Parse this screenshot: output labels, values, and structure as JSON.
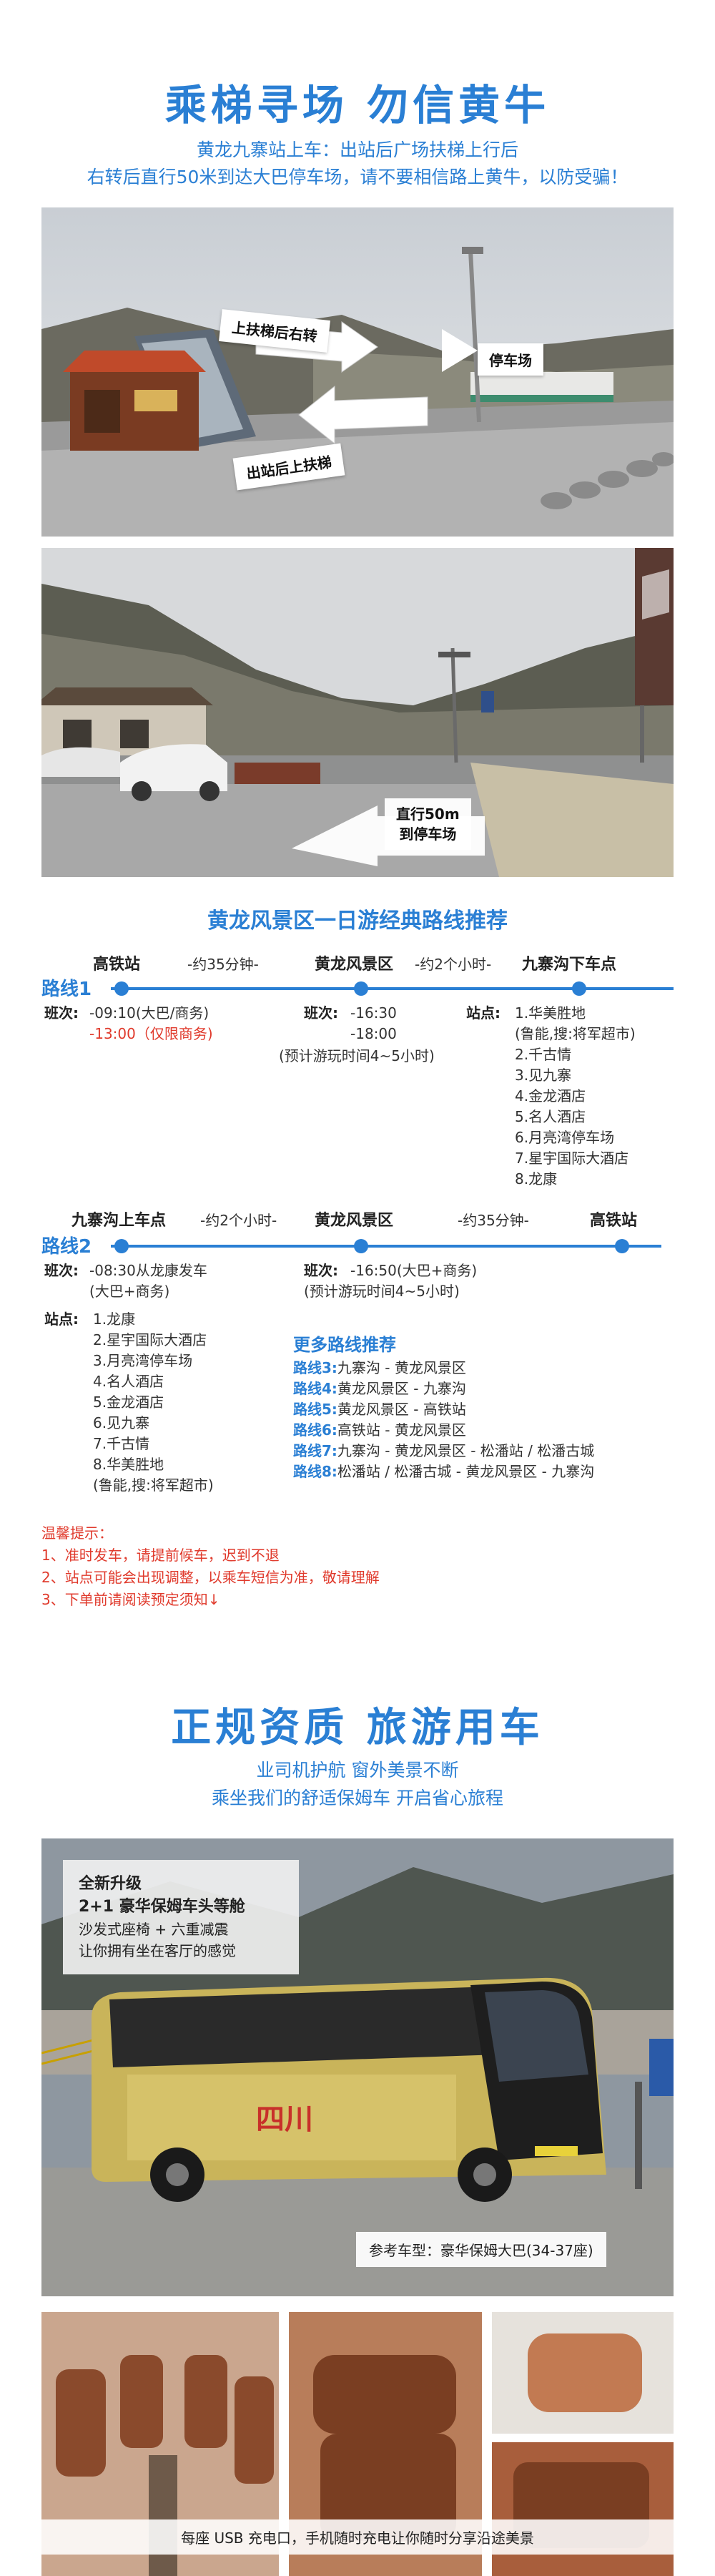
{
  "header": {
    "title": "乘梯寻场  勿信黄牛",
    "subtitle_line1": "黄龙九寨站上车：出站后广场扶梯上行后",
    "subtitle_line2": "右转后直行50米到达大巴停车场，请不要相信路上黄牛，以防受骗！"
  },
  "photo1": {
    "tag_escalator_right": "上扶梯后右转",
    "tag_parking": "停车场",
    "tag_exit_escalator": "出站后上扶梯"
  },
  "photo2": {
    "tag_straight": "直行50m\n到停车场"
  },
  "routes_section": {
    "title": "黄龙风景区一日游经典路线推荐",
    "route1": {
      "label": "路线1",
      "stop_a": "高铁站",
      "stop_b": "黄龙风景区",
      "stop_c": "九寨沟下车点",
      "dur_ab": "-约35分钟-",
      "dur_bc": "-约2个小时-",
      "schedule_label": "班次:",
      "schedule_1": "-09:10(大巴/商务)",
      "schedule_2": "-13:00（仅限商务)",
      "schedule2_label": "班次:",
      "schedule2_1": "-16:30",
      "schedule2_2": "-18:00",
      "estimate": "(预计游玩时间4~5小时)",
      "stations_label": "站点:",
      "stations": [
        "1.华美胜地",
        "(鲁能,搜:将军超市)",
        "2.千古情",
        "3.见九寨",
        "4.金龙酒店",
        "5.名人酒店",
        "6.月亮湾停车场",
        "7.星宇国际大酒店",
        "8.龙康"
      ]
    },
    "route2": {
      "label": "路线2",
      "stop_a": "九寨沟上车点",
      "stop_b": "黄龙风景区",
      "stop_c": "高铁站",
      "dur_ab": "-约2个小时-",
      "dur_bc": "-约35分钟-",
      "schedule_label": "班次:",
      "schedule_1": "-08:30从龙康发车",
      "schedule_2": "(大巴+商务)",
      "schedule2_label": "班次:",
      "schedule2_1": "-16:50(大巴+商务)",
      "estimate": "(预计游玩时间4~5小时)",
      "stations_label": "站点:",
      "stations": [
        "1.龙康",
        "2.星宇国际大酒店",
        "3.月亮湾停车场",
        "4.名人酒店",
        "5.金龙酒店",
        "6.见九寨",
        "7.千古情",
        "8.华美胜地",
        "(鲁能,搜:将军超市)"
      ]
    },
    "more": {
      "title": "更多路线推荐",
      "items": [
        {
          "label": "路线3:",
          "text": "九寨沟 - 黄龙风景区"
        },
        {
          "label": "路线4:",
          "text": "黄龙风景区 - 九寨沟"
        },
        {
          "label": "路线5:",
          "text": "黄龙风景区 - 高铁站"
        },
        {
          "label": "路线6:",
          "text": "高铁站 - 黄龙风景区"
        },
        {
          "label": "路线7:",
          "text": "九寨沟 - 黄龙风景区 - 松潘站 / 松潘古城"
        },
        {
          "label": "路线8:",
          "text": "松潘站 / 松潘古城 - 黄龙风景区 - 九寨沟"
        }
      ]
    },
    "notice": {
      "title": "温馨提示：",
      "lines": [
        "1、准时发车，请提前候车，迟到不退",
        "2、站点可能会出现调整，以乘车短信为准，敬请理解",
        "3、下单前请阅读预定须知↓"
      ]
    }
  },
  "vehicle_section": {
    "title": "正规资质  旅游用车",
    "subtitle_line1": "业司机护航 窗外美景不断",
    "subtitle_line2": "乘坐我们的舒适保姆车 开启省心旅程",
    "feature": {
      "line1": "全新升级",
      "line2": "2+1 豪华保姆车头等舱",
      "line3": "沙发式座椅 + 六重减震",
      "line4": "让你拥有坐在客厅的感觉"
    },
    "bus_logo": "四川",
    "model_caption": "参考车型：豪华保姆大巴(34-37座)",
    "interior_caption": "每座 USB 充电口，手机随时充电让你随时分享沿途美景"
  },
  "colors": {
    "accent": "#2a7fd4",
    "warning": "#e03a2c",
    "bus_yellow": "#d4b84a"
  }
}
